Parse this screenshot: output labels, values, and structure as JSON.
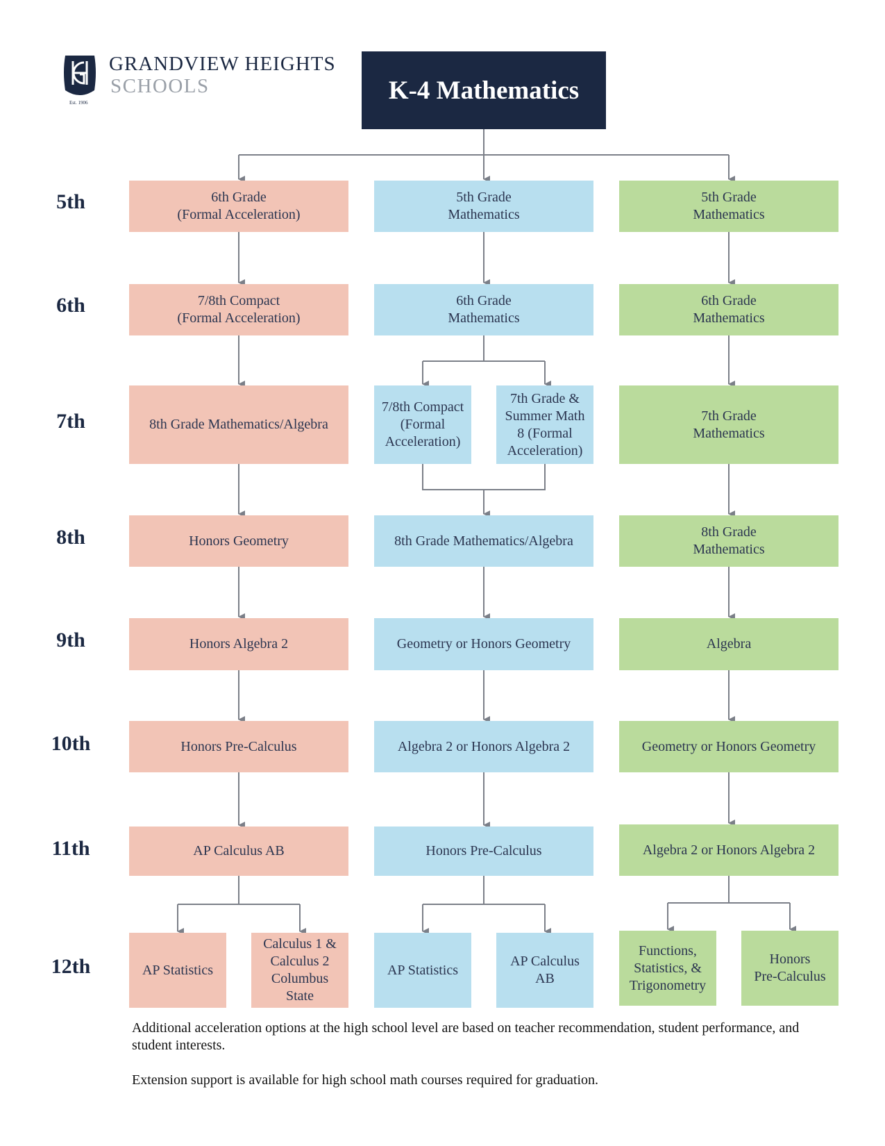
{
  "header": {
    "brand_line1": "GRANDVIEW HEIGHTS",
    "brand_line2": "SCHOOLS",
    "brand_est": "Est. 1906",
    "logo_icon": "gh-monogram-shield-icon",
    "title": "K-4 Mathematics"
  },
  "colors": {
    "title_bg": "#1b2842",
    "pink_track": "#f2c4b6",
    "blue_track": "#b8dfef",
    "green_track": "#badb9c",
    "connector": "#7b7f88"
  },
  "grades": [
    "5th",
    "6th",
    "7th",
    "8th",
    "9th",
    "10th",
    "11th",
    "12th"
  ],
  "tracks": {
    "pink": {
      "g5": [
        "6th Grade",
        "(Formal Acceleration)"
      ],
      "g6": [
        "7/8th Compact",
        "(Formal Acceleration)"
      ],
      "g7": [
        "8th Grade Mathematics/Algebra"
      ],
      "g8": [
        "Honors Geometry"
      ],
      "g9": [
        "Honors Algebra 2"
      ],
      "g10": [
        "Honors Pre-Calculus"
      ],
      "g11": [
        "AP Calculus AB"
      ],
      "g12a": [
        "AP Statistics"
      ],
      "g12b": [
        "Calculus 1 &",
        "Calculus 2",
        "Columbus",
        "State"
      ]
    },
    "blue": {
      "g5": [
        "5th Grade",
        "Mathematics"
      ],
      "g6": [
        "6th Grade",
        "Mathematics"
      ],
      "g7a": [
        "7/8th Compact",
        "(Formal",
        "Acceleration)"
      ],
      "g7b": [
        "7th Grade &",
        "Summer Math",
        "8 (Formal",
        "Acceleration)"
      ],
      "g8": [
        "8th Grade Mathematics/Algebra"
      ],
      "g9": [
        "Geometry or Honors Geometry"
      ],
      "g10": [
        "Algebra 2 or Honors Algebra 2"
      ],
      "g11": [
        "Honors Pre-Calculus"
      ],
      "g12a": [
        "AP Statistics"
      ],
      "g12b": [
        "AP Calculus",
        "AB"
      ]
    },
    "green": {
      "g5": [
        "5th Grade",
        "Mathematics"
      ],
      "g6": [
        "6th Grade",
        "Mathematics"
      ],
      "g7": [
        "7th Grade",
        "Mathematics"
      ],
      "g8": [
        "8th Grade",
        "Mathematics"
      ],
      "g9": [
        "Algebra"
      ],
      "g10": [
        "Geometry or Honors Geometry"
      ],
      "g11": [
        "Algebra 2 or Honors Algebra 2"
      ],
      "g12a": [
        "Functions,",
        "Statistics, &",
        "Trigonometry"
      ],
      "g12b": [
        "Honors",
        "Pre-Calculus"
      ]
    }
  },
  "notes": [
    "Additional acceleration options at the high school level are based on teacher recommendation, student performance, and student interests.",
    "Extension support is available for high school math courses required for graduation."
  ]
}
